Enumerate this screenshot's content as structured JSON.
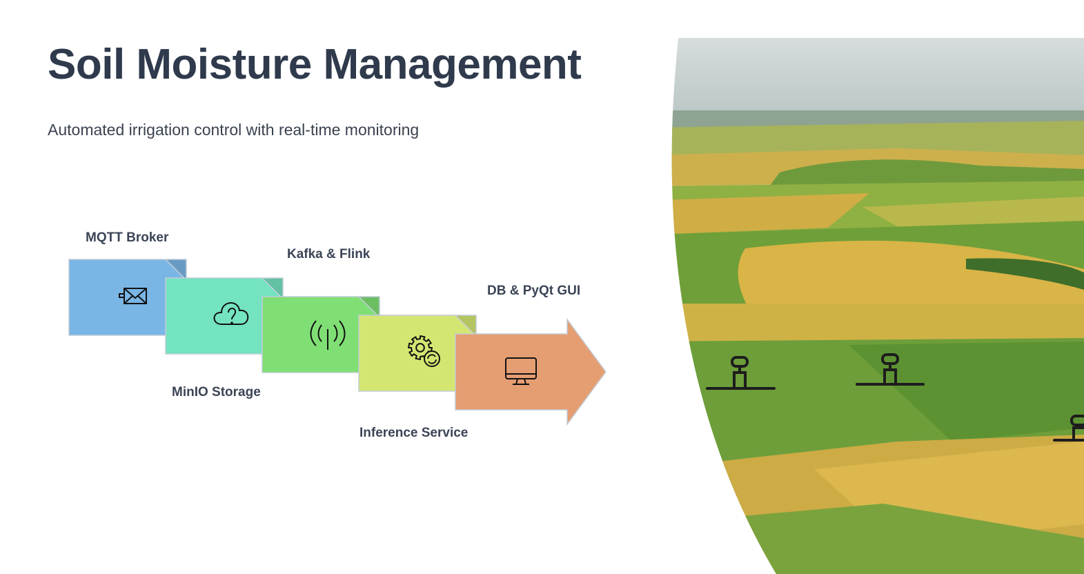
{
  "slide": {
    "title": "Soil Moisture Management",
    "subtitle": "Automated irrigation control with real-time monitoring"
  },
  "pipeline": {
    "steps": [
      {
        "id": "mqtt",
        "label": "MQTT Broker",
        "icon": "envelope-icon",
        "color": "#79b6e6"
      },
      {
        "id": "minio",
        "label": "MinIO Storage",
        "icon": "cloud-question-icon",
        "color": "#74e3c0"
      },
      {
        "id": "kafka",
        "label": "Kafka & Flink",
        "icon": "antenna-icon",
        "color": "#7fdf74"
      },
      {
        "id": "inference",
        "label": "Inference Service",
        "icon": "gears-icon",
        "color": "#d4e672"
      },
      {
        "id": "db",
        "label": "DB & PyQt GUI",
        "icon": "monitor-icon",
        "color": "#e59e72"
      }
    ]
  },
  "illustration": {
    "subject": "farm-fields-with-irrigation-sprinklers"
  }
}
